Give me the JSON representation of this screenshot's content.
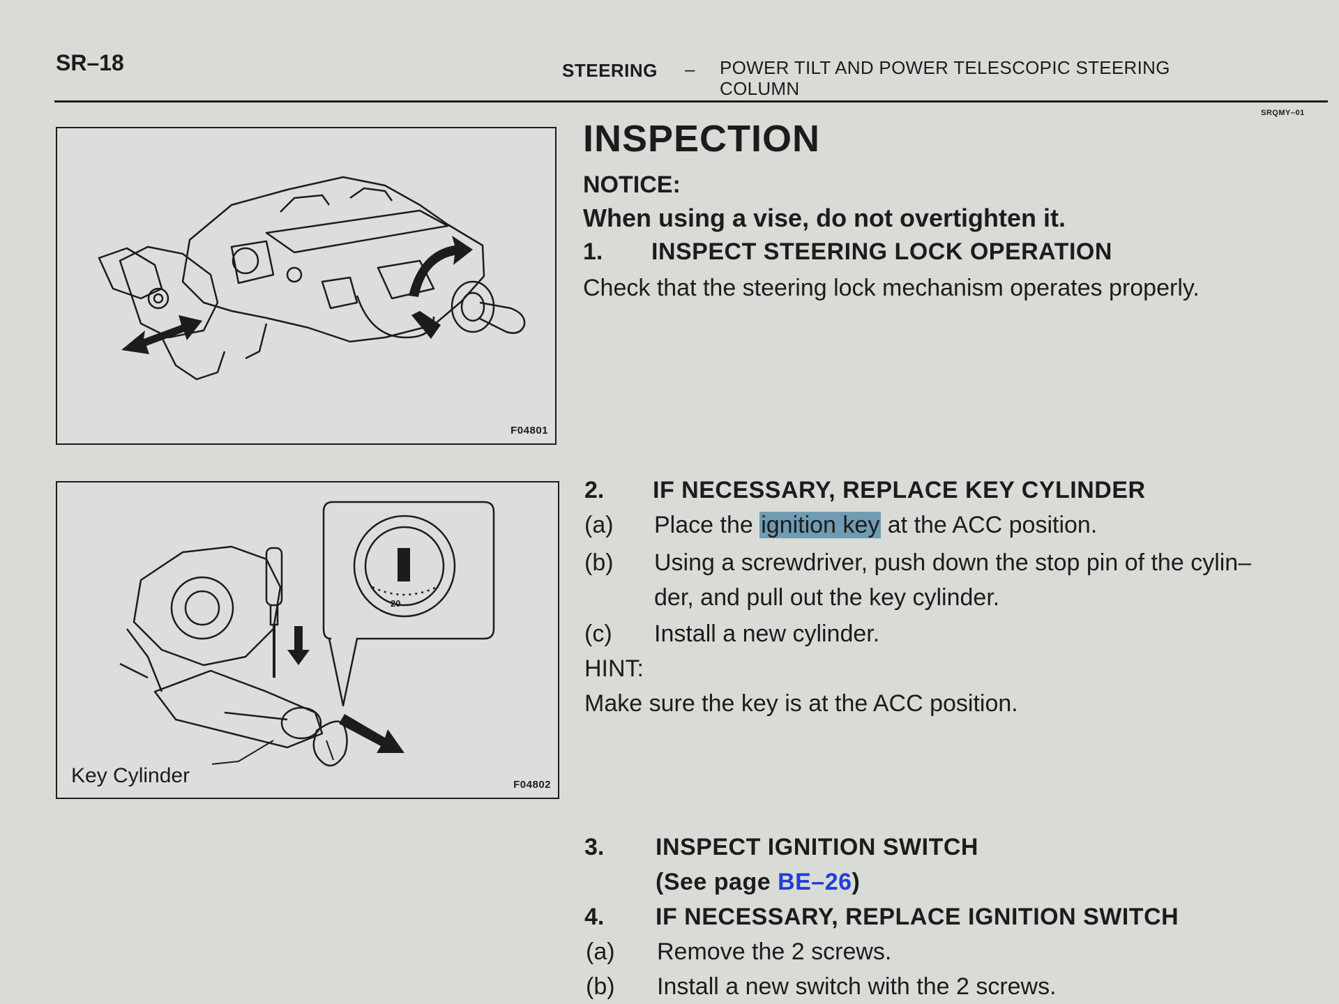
{
  "header": {
    "page_id": "SR–18",
    "section": "STEERING",
    "separator": "–",
    "title": "POWER TILT AND POWER TELESCOPIC STEERING COLUMN",
    "doc_code": "SRQMY–01"
  },
  "figures": [
    {
      "code": "F04801"
    },
    {
      "code": "F04802",
      "label": "Key Cylinder",
      "dial_mark": "I",
      "dial_number": "20"
    }
  ],
  "content": {
    "heading": "INSPECTION",
    "notice_label": "NOTICE:",
    "notice_text": "When using a vise, do not overtighten it.",
    "steps": [
      {
        "number": "1.",
        "title": "INSPECT STEERING LOCK OPERATION",
        "body": "Check that the steering lock mechanism operates properly."
      },
      {
        "number": "2.",
        "title": "IF NECESSARY, REPLACE KEY CYLINDER",
        "substeps": [
          {
            "mark": "(a)",
            "before": "Place the ",
            "highlight": "ignition key",
            "after": " at the ACC position."
          },
          {
            "mark": "(b)",
            "line1": "Using a screwdriver, push down the stop pin of the cylin–",
            "line2": "der, and pull out the key cylinder."
          },
          {
            "mark": "(c)",
            "text": "Install a new cylinder."
          }
        ],
        "hint_label": "HINT:",
        "hint_text": "Make sure the key is at the ACC position."
      },
      {
        "number": "3.",
        "title": "INSPECT IGNITION SWITCH",
        "ref_open": "(See page ",
        "ref_link": "BE–26",
        "ref_close": ")"
      },
      {
        "number": "4.",
        "title": "IF NECESSARY, REPLACE IGNITION SWITCH",
        "substeps": [
          {
            "mark": "(a)",
            "text": "Remove the 2 screws."
          },
          {
            "mark": "(b)",
            "text": "Install a new switch with the 2 screws."
          }
        ]
      }
    ]
  }
}
